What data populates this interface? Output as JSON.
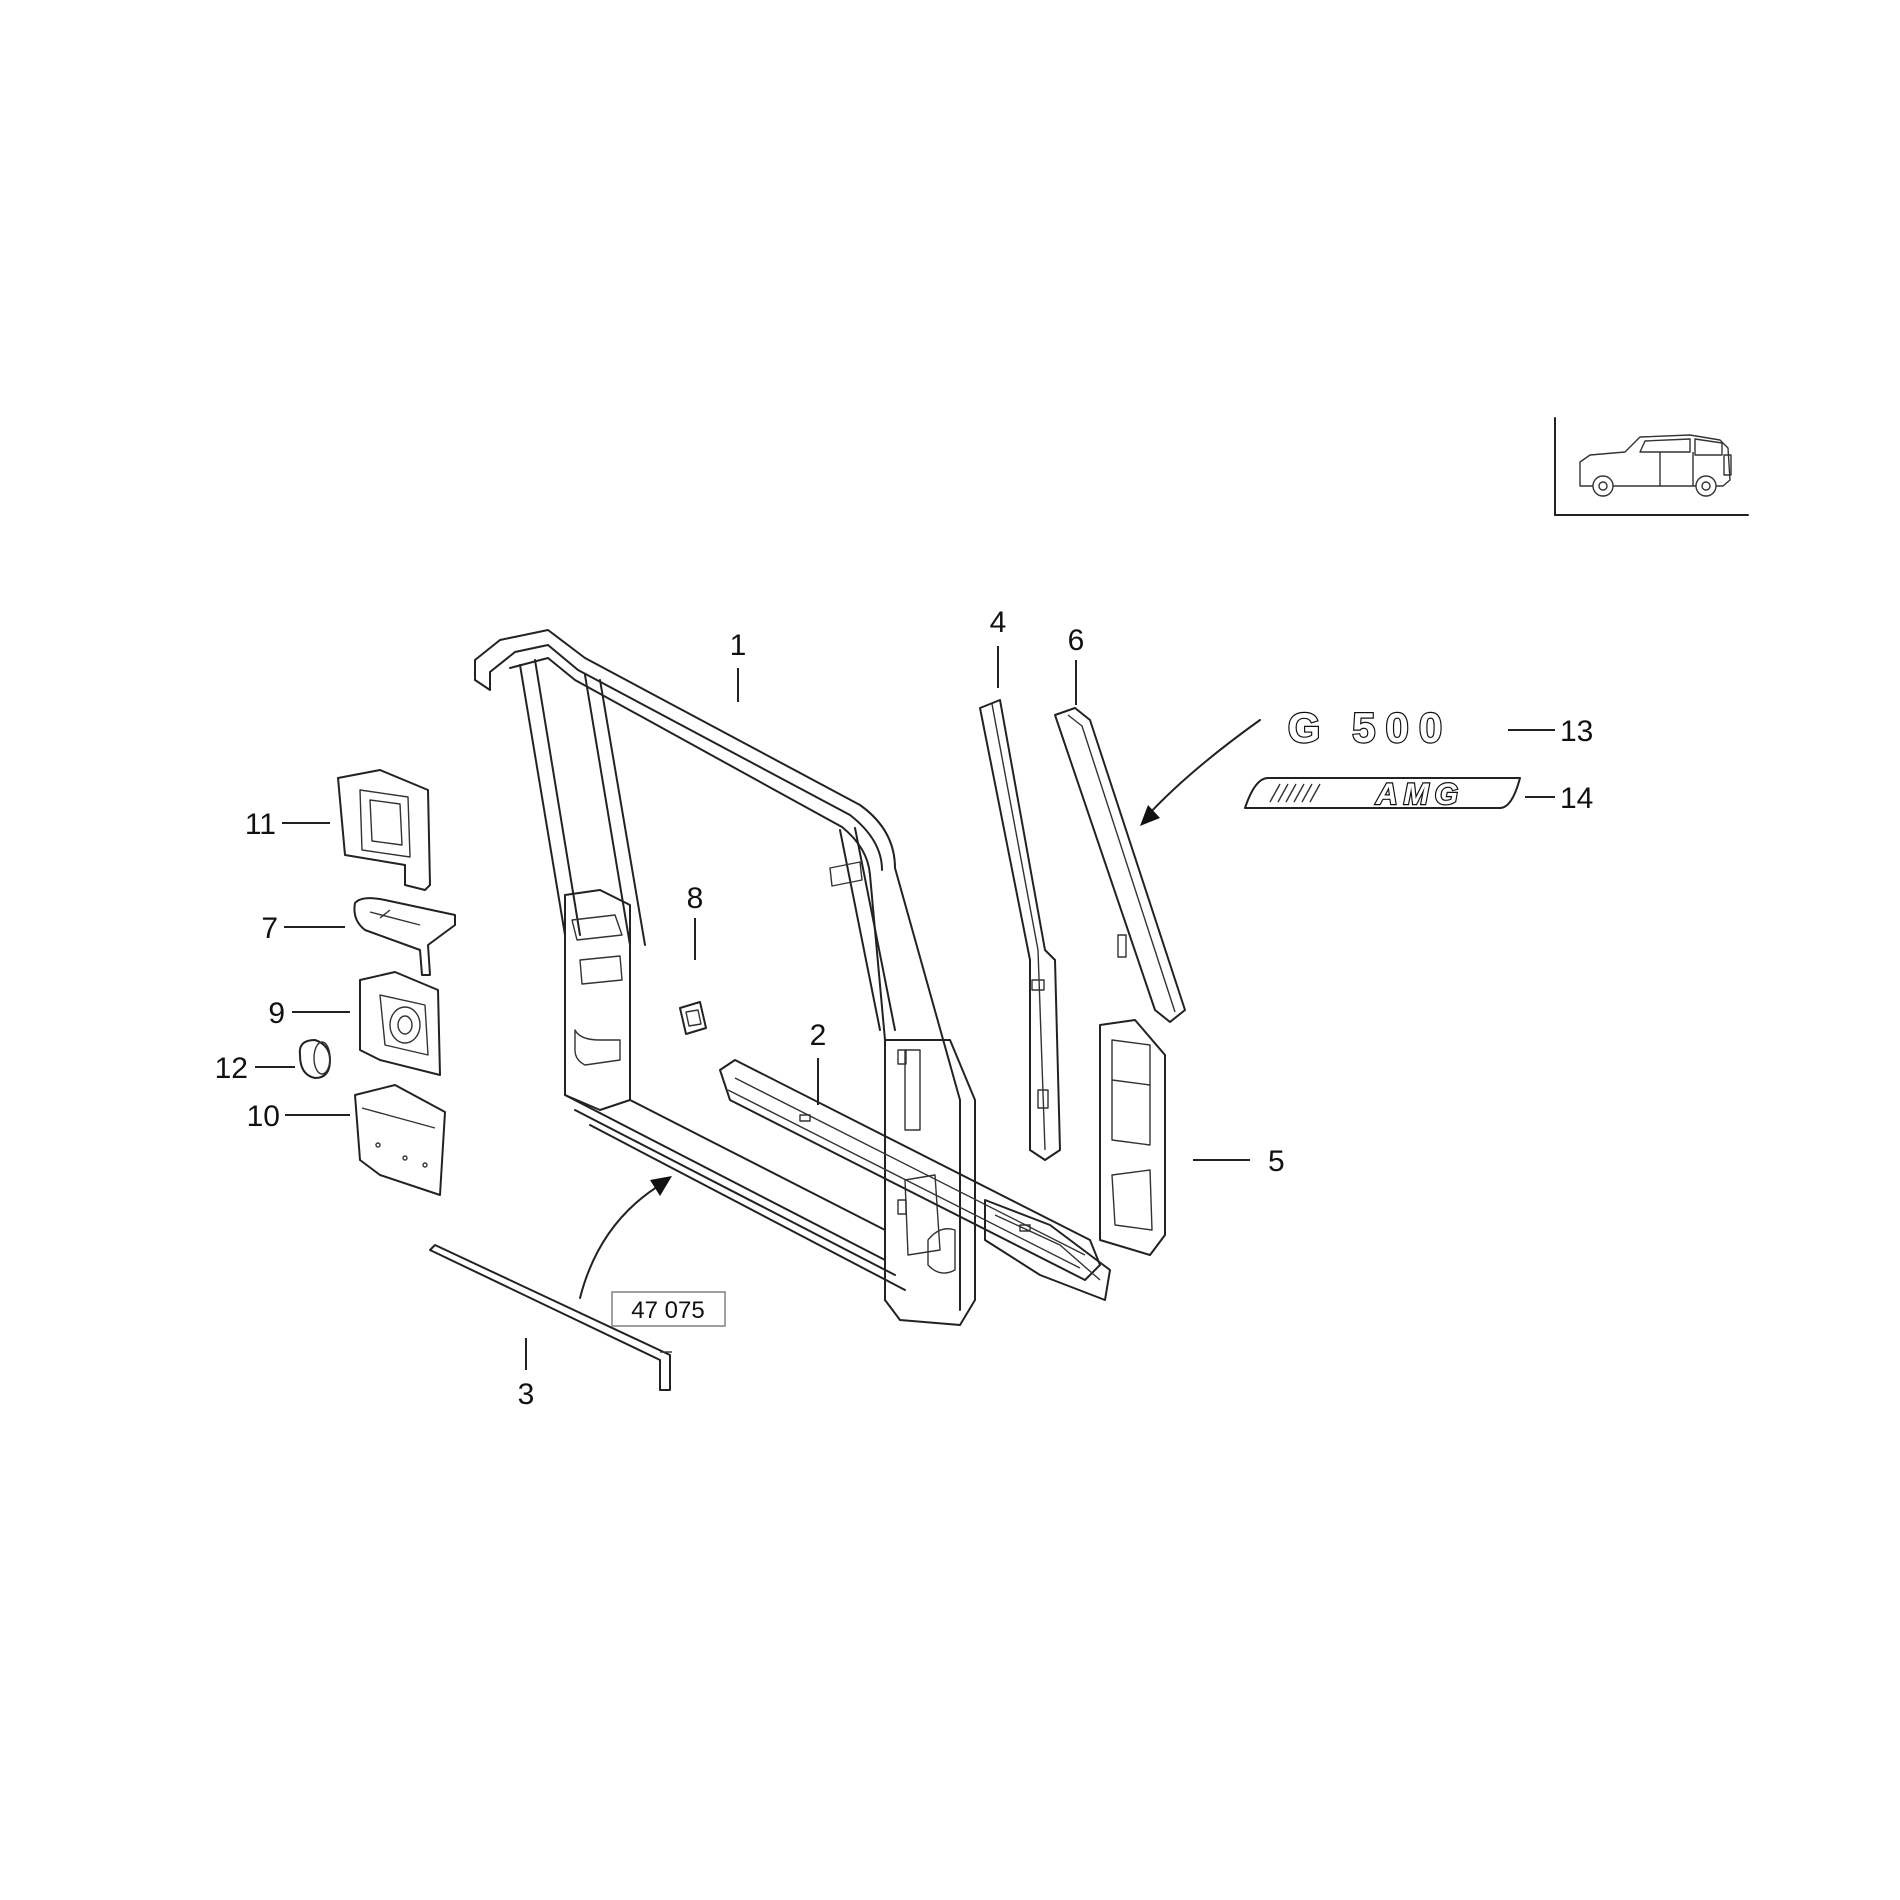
{
  "callouts": {
    "c1": "1",
    "c2": "2",
    "c3": "3",
    "c4": "4",
    "c5": "5",
    "c6": "6",
    "c7": "7",
    "c8": "8",
    "c9": "9",
    "c10": "10",
    "c11": "11",
    "c12": "12",
    "c13": "13",
    "c14": "14"
  },
  "reference_box": "47 075",
  "badges": {
    "model": "G 500",
    "brand": "AMG"
  },
  "icons": {
    "vehicle_thumbnail": "suv-side-view-icon"
  }
}
